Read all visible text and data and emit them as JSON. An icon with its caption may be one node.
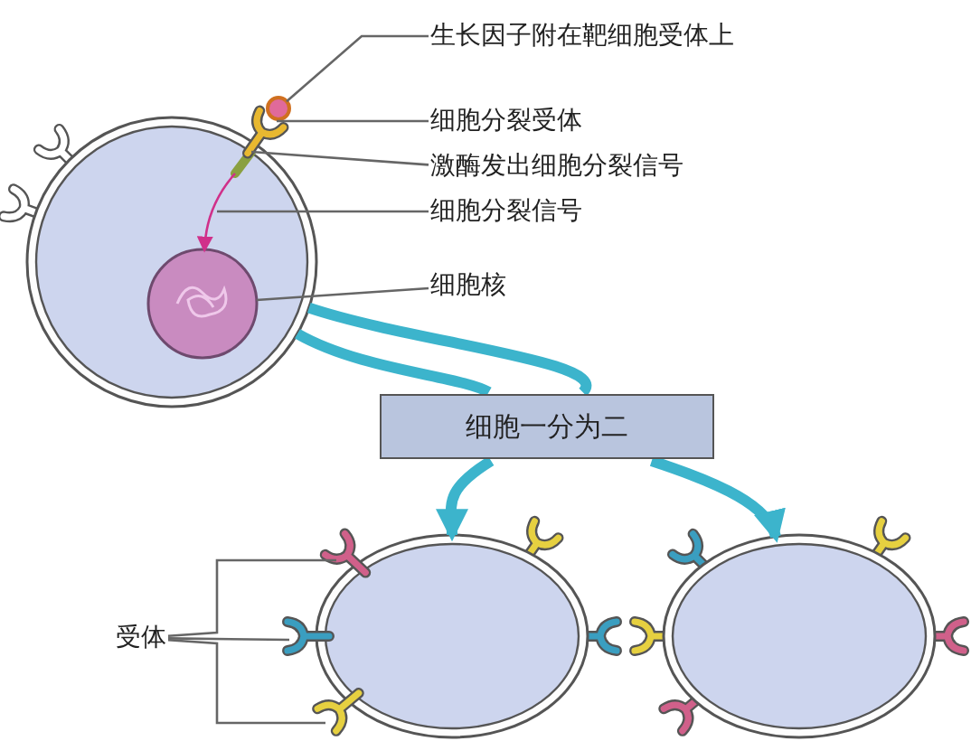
{
  "diagram": {
    "nodes": [
      {
        "text": [
          "生长因子附在靶细胞受体上"
        ]
      },
      {
        "text": [],
        "shape": "circle"
      },
      {
        "text": [
          "细胞分裂受体"
        ]
      },
      {
        "text": [],
        "shape": "picture"
      },
      {
        "text": [
          "激酶发出细胞分裂信号"
        ]
      },
      {
        "text": [],
        "shape": "bar",
        "in": 8
      },
      {
        "text": [
          "细胞分裂信号"
        ]
      },
      {
        "text": [
          "细胞核"
        ]
      },
      {
        "text": [],
        "shape": "circle"
      },
      {
        "text": [],
        "shape": "circle",
        "in": 8
      },
      {
        "text": [
          "细胞一分为二"
        ]
      },
      {
        "text": [],
        "shape": "circle"
      },
      {
        "text": [],
        "shape": "circle"
      },
      {
        "text": [
          "受体"
        ]
      },
      {
        "text": [],
        "shape": "picture"
      },
      {
        "text": [],
        "shape": "picture"
      },
      {
        "text": [],
        "shape": "picture"
      }
    ],
    "edges": [
      {
        "from": 0,
        "to": 1,
        "arrow": "none"
      },
      {
        "from": 2,
        "to": 3,
        "arrow": "none"
      },
      {
        "from": 4,
        "to": 5,
        "arrow": "none"
      },
      {
        "from": 6,
        "to": null,
        "arrow": "none"
      },
      {
        "from": 7,
        "to": 9,
        "arrow": "none"
      },
      {
        "from": 5,
        "to": 9,
        "arrow": "to",
        "color": "#d0308a"
      },
      {
        "from": 8,
        "to": 10,
        "arrow": "none",
        "style": "thick",
        "color": "#3cb4cc"
      },
      {
        "from": 8,
        "to": 10,
        "arrow": "none",
        "style": "thick",
        "color": "#3cb4cc"
      },
      {
        "from": 10,
        "to": 11,
        "arrow": "to",
        "style": "thick",
        "color": "#3cb4cc"
      },
      {
        "from": 10,
        "to": 12,
        "arrow": "to",
        "style": "thick",
        "color": "#3cb4cc"
      },
      {
        "from": 13,
        "to": 14,
        "arrow": "none"
      },
      {
        "from": 13,
        "to": 15,
        "arrow": "none"
      },
      {
        "from": 13,
        "to": 16,
        "arrow": "none"
      }
    ]
  }
}
